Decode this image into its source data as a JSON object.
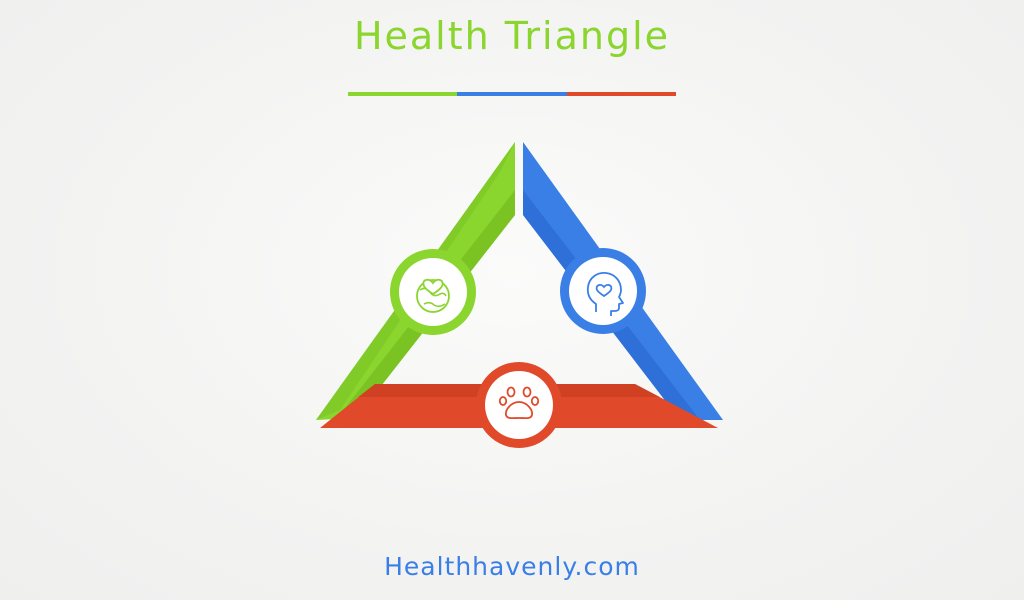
{
  "title": "Health Triangle",
  "footer": {
    "site": "Healthhavenly.com"
  },
  "colors": {
    "green": "#8ad52e",
    "green_dark": "#6fb51e",
    "blue": "#3a7fe6",
    "blue_dark": "#2563cc",
    "red": "#e04a2a",
    "red_dark": "#c23a1d",
    "title": "#8ad52e",
    "footer": "#3a7fe6"
  },
  "sides": [
    {
      "name": "left-side",
      "color": "green",
      "icon": "planet-heart-icon"
    },
    {
      "name": "right-side",
      "color": "blue",
      "icon": "head-heart-icon"
    },
    {
      "name": "bottom-side",
      "color": "red",
      "icon": "paw-icon"
    }
  ]
}
